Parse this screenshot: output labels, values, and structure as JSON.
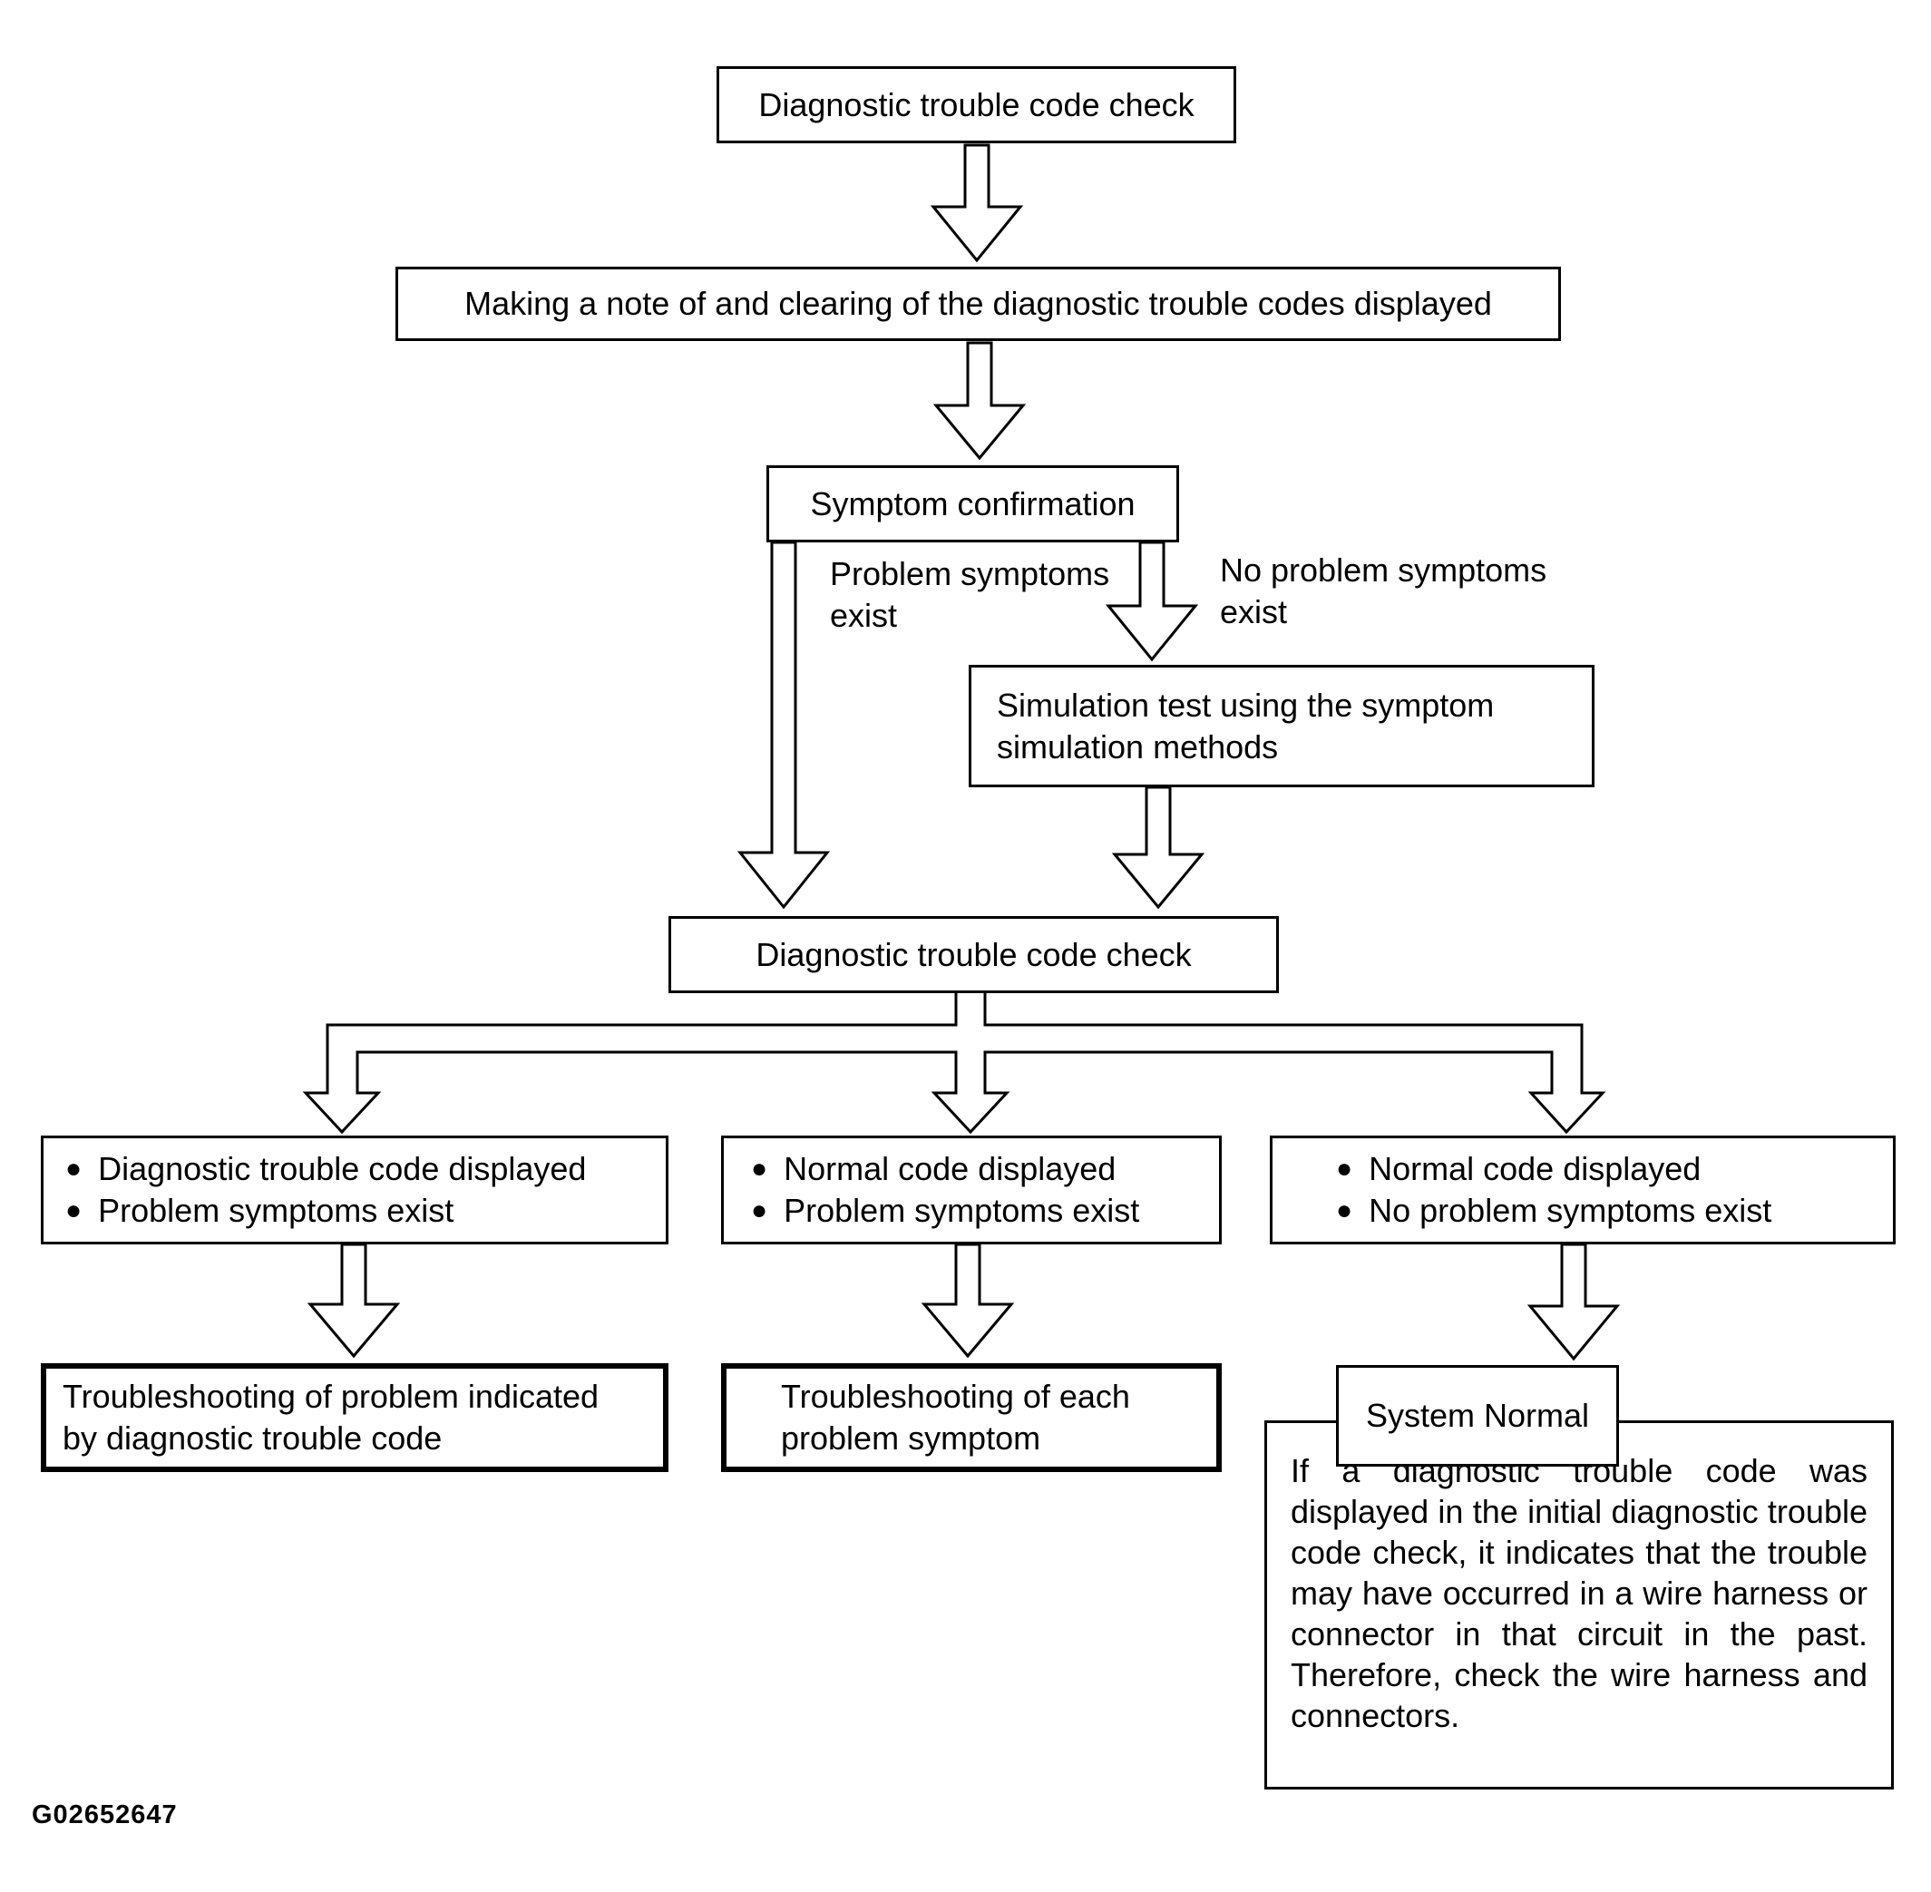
{
  "figure_label": "G02652647",
  "ui": {
    "bullet": "●"
  },
  "nodes": {
    "dtc_check_1": {
      "label": "Diagnostic trouble code check"
    },
    "note_and_clear": {
      "label": "Making a note of and clearing of the diagnostic trouble codes displayed"
    },
    "symptom_confirmation": {
      "label": "Symptom confirmation"
    },
    "simulation_test": {
      "lines": [
        "Simulation test using the symptom",
        "simulation methods"
      ]
    },
    "dtc_check_2": {
      "label": "Diagnostic trouble code check"
    },
    "outcome_left": {
      "bullets": [
        "Diagnostic trouble code displayed",
        "Problem symptoms exist"
      ]
    },
    "outcome_mid": {
      "bullets": [
        "Normal code displayed",
        "Problem symptoms exist"
      ]
    },
    "outcome_right": {
      "bullets": [
        "Normal code displayed",
        "No problem symptoms exist"
      ]
    },
    "troubleshoot_dtc": {
      "lines": [
        "Troubleshooting of problem indicated",
        "by diagnostic trouble code"
      ]
    },
    "troubleshoot_symptom": {
      "lines": [
        "Troubleshooting of each",
        "problem symptom"
      ]
    },
    "system_normal": {
      "label": "System Normal",
      "note": "If a diagnostic trouble code was displayed in the initial diagnostic trouble code check, it indicates that the trouble may have occurred in a wire harness or connector in that circuit in the past. Therefore, check the wire harness and connectors."
    }
  },
  "edge_labels": {
    "problem_exists": {
      "lines": [
        "Problem symptoms",
        "exist"
      ]
    },
    "no_problem_exists": {
      "lines": [
        "No problem symptoms",
        "exist"
      ]
    }
  },
  "colors": {
    "ink": "#000000",
    "paper": "#ffffff"
  }
}
